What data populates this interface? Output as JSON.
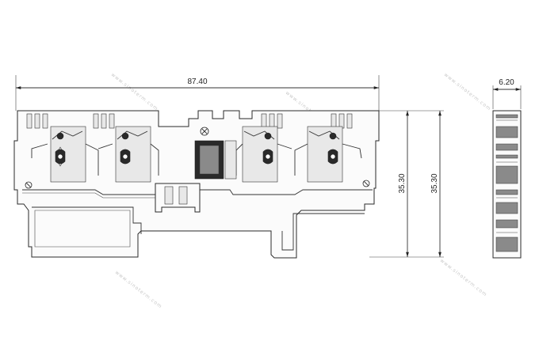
{
  "dimensions": {
    "overall_width": "87.40",
    "thickness": "6.20",
    "height_inner": "35.30",
    "height_outer": "35.30"
  },
  "watermark": {
    "text": "www.sinoterm.com"
  }
}
